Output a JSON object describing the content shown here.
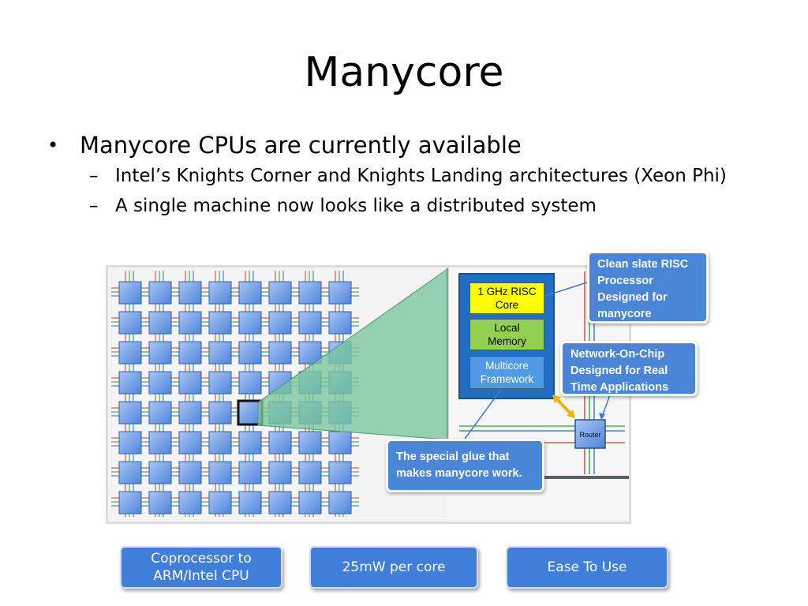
{
  "slide": {
    "title": "Manycore",
    "bullets": [
      {
        "text": "Manycore CPUs are currently available"
      },
      {
        "text": "Intel’s Knights Corner and Knights Landing architectures (Xeon Phi)"
      },
      {
        "text": "A single machine now looks like a distributed system"
      }
    ]
  },
  "diagram": {
    "core": {
      "line1": "1 GHz RISC",
      "line2": "Core"
    },
    "memory": {
      "line1": "Local",
      "line2": "Memory"
    },
    "framework": {
      "line1": "Multicore",
      "line2": "Framework"
    },
    "router_label": "Router",
    "callouts": {
      "risc": {
        "line1": "Clean slate RISC",
        "line2": "Processor",
        "line3": "Designed for",
        "line4": "manycore"
      },
      "noc": {
        "line1": "Network-On-Chip",
        "line2": "Designed for Real",
        "line3": "Time Applications"
      },
      "glue": {
        "line1": "The special glue that",
        "line2": "makes manycore work."
      }
    },
    "colors": {
      "chip": "#5f8fe0",
      "highlight_fill": "#7ac79c",
      "core_box": "#ffff00",
      "memory_box": "#92d050",
      "framework_box": "#4f9be6",
      "panel": "#1f6fc5"
    }
  },
  "buttons": {
    "coprocessor": {
      "line1": "Coprocessor to",
      "line2": "ARM/Intel CPU"
    },
    "power": "25mW per core",
    "ease": "Ease To Use"
  }
}
